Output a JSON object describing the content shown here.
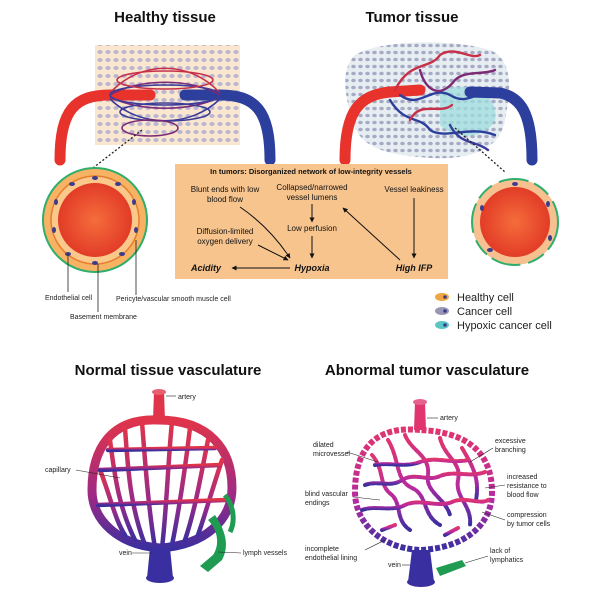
{
  "top": {
    "healthy_title": "Healthy tissue",
    "tumor_title": "Tumor tissue"
  },
  "cross_section_labels": {
    "endothelial": "Endothelial cell",
    "basement": "Basement membrane",
    "pericyte": "Pericyte/vascular smooth muscle cell"
  },
  "box": {
    "header": "In tumors: Disorganized network of low-integrity vessels",
    "blunt_line1": "Blunt ends with low",
    "blunt_line2": "blood flow",
    "collapsed_line1": "Collapsed/narrowed",
    "collapsed_line2": "vessel lumens",
    "leak": "Vessel leakiness",
    "perfusion": "Low perfusion",
    "diffusion_line1": "Diffusion-limited",
    "diffusion_line2": "oxygen delivery",
    "acidity": "Acidity",
    "hypoxia": "Hypoxia",
    "ifp": "High IFP",
    "fill_color": "#f7c48e"
  },
  "legend": [
    {
      "label": "Healthy cell",
      "color": "#f0a640"
    },
    {
      "label": "Cancer cell",
      "color": "#9a96b4"
    },
    {
      "label": "Hypoxic cancer cell",
      "color": "#5cc6c6"
    }
  ],
  "bottom": {
    "normal_title": "Normal tissue vasculature",
    "abnormal_title": "Abnormal tumor vasculature",
    "normal_labels": {
      "artery": "artery",
      "capillary": "capillary",
      "vein": "vein",
      "lymph": "lymph vessels"
    },
    "abnormal_labels": {
      "artery": "artery",
      "dilated_1": "dilated",
      "dilated_2": "microvessel",
      "blind_1": "blind vascular",
      "blind_2": "endings",
      "incomplete_1": "incomplete",
      "incomplete_2": "endothelial lining",
      "vein": "vein",
      "excessive_1": "excessive",
      "excessive_2": "branching",
      "increased_1": "increased",
      "increased_2": "resistance to",
      "increased_3": "blood flow",
      "compression_1": "compression",
      "compression_2": "by tumor cells",
      "lack_1": "lack of",
      "lack_2": "lymphatics"
    }
  },
  "colors": {
    "artery": "#e8322c",
    "vein": "#2c3f9c",
    "lymph": "#1f9b52",
    "capillary_normal": "#b3225a",
    "capillary_tumor": "#cc2a8a"
  }
}
